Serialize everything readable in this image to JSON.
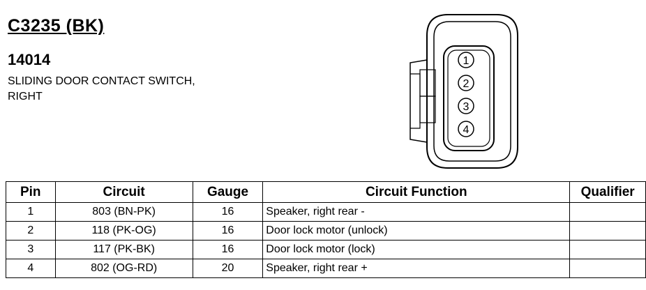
{
  "header": {
    "connector_id": "C3235 (BK)",
    "part_number": "14014",
    "description_line1": "SLIDING DOOR CONTACT SWITCH,",
    "description_line2": "RIGHT"
  },
  "connector": {
    "pin_labels": [
      "1",
      "2",
      "3",
      "4"
    ]
  },
  "table": {
    "headers": {
      "pin": "Pin",
      "circuit": "Circuit",
      "gauge": "Gauge",
      "function": "Circuit Function",
      "qualifier": "Qualifier"
    },
    "rows": [
      {
        "pin": "1",
        "circuit": "803 (BN-PK)",
        "gauge": "16",
        "function": "Speaker, right rear -",
        "qualifier": ""
      },
      {
        "pin": "2",
        "circuit": "118 (PK-OG)",
        "gauge": "16",
        "function": "Door lock motor (unlock)",
        "qualifier": ""
      },
      {
        "pin": "3",
        "circuit": "117 (PK-BK)",
        "gauge": "16",
        "function": "Door lock motor (lock)",
        "qualifier": ""
      },
      {
        "pin": "4",
        "circuit": "802 (OG-RD)",
        "gauge": "20",
        "function": "Speaker, right rear +",
        "qualifier": ""
      }
    ]
  }
}
